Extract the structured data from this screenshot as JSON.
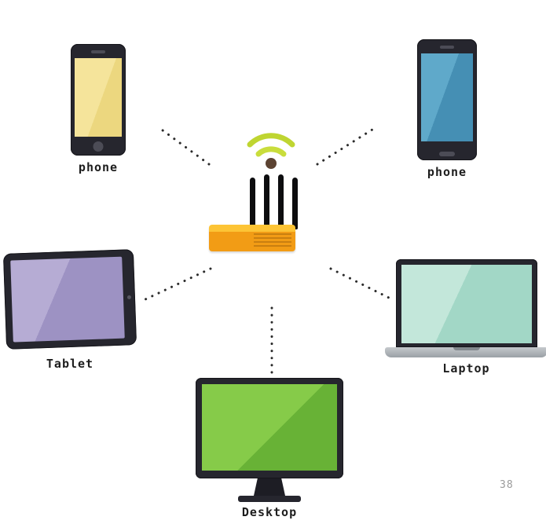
{
  "devices": {
    "phone_left": {
      "label": "phone"
    },
    "phone_right": {
      "label": "phone"
    },
    "tablet": {
      "label": "Tablet"
    },
    "laptop": {
      "label": "Laptop"
    },
    "desktop": {
      "label": "Desktop"
    }
  },
  "hub": {
    "name": "wifi-router"
  },
  "watermark": {
    "text": "38"
  },
  "colors": {
    "phone_left_screen": "#f5e49b",
    "phone_right_screen": "#5fa9ca",
    "tablet_screen": "#a79dc9",
    "laptop_screen": "#b4dfd1",
    "desktop_screen": "#78c43f",
    "router_body": "#f5a81f",
    "wifi_arcs": "#bfd531",
    "wifi_dot": "#5c4332",
    "device_frame": "#26262e",
    "line_color": "#2b2b2b"
  }
}
